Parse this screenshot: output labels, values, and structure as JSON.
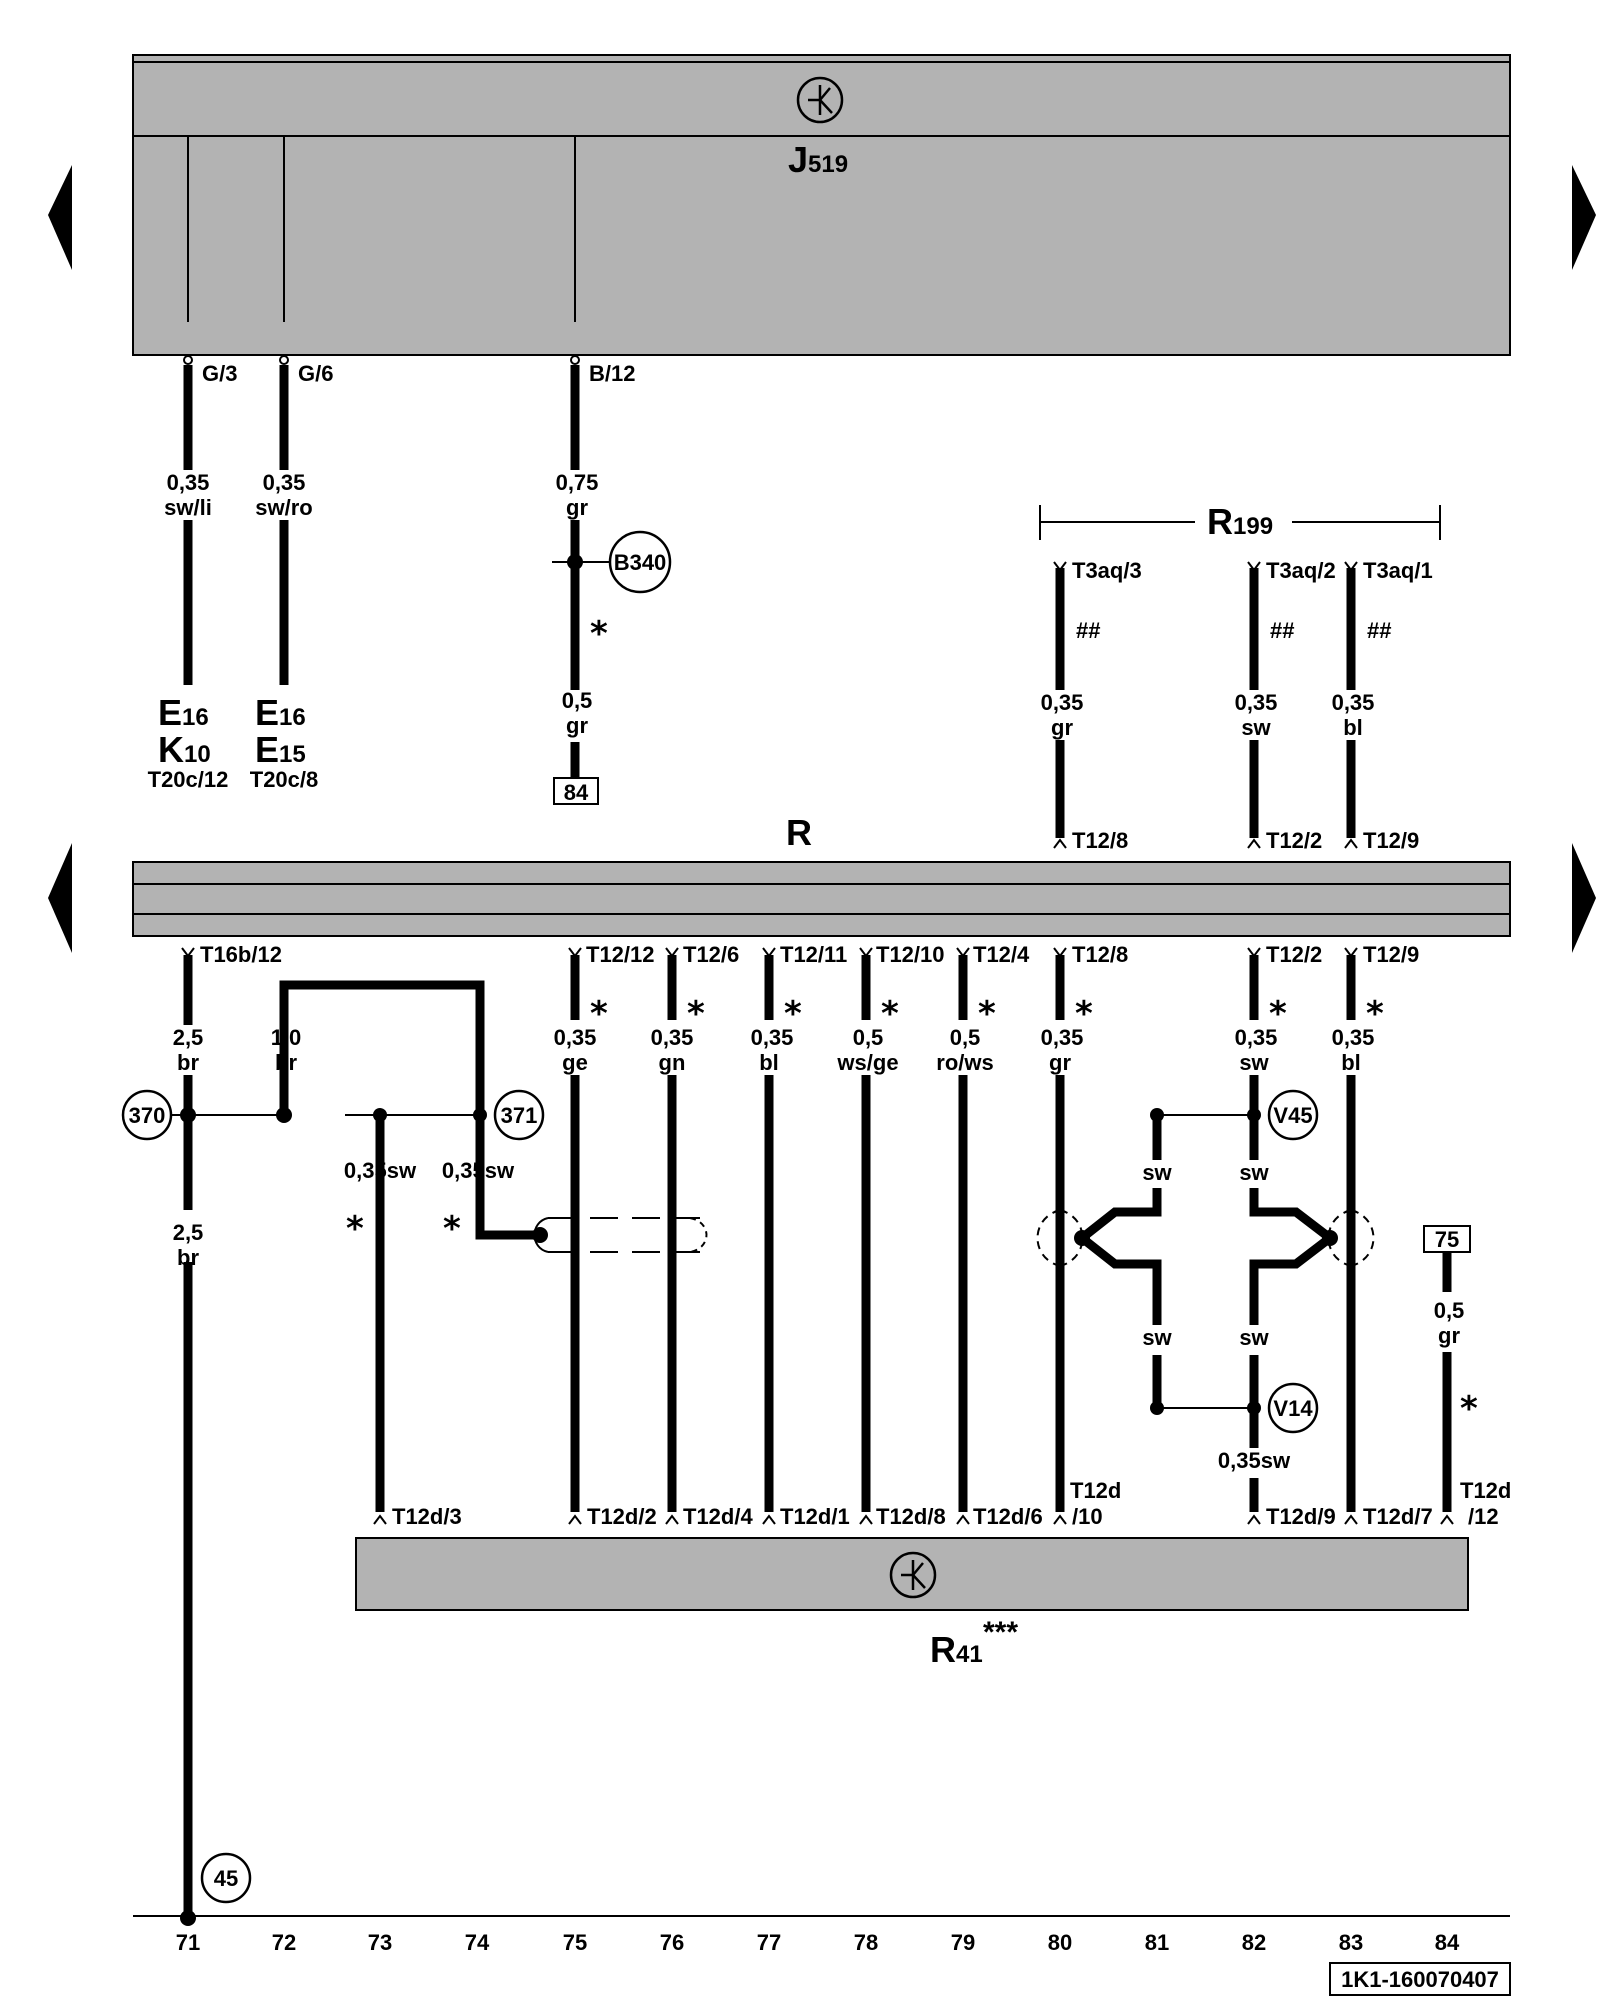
{
  "components": {
    "j519": {
      "main": "J",
      "sub": "519"
    },
    "r": {
      "main": "R"
    },
    "r199": {
      "main": "R",
      "sub": "199"
    },
    "r41": {
      "main": "R",
      "sub": "41",
      "sup": "***"
    }
  },
  "top_connectors": [
    "G/3",
    "G/6",
    "B/12"
  ],
  "top_wires": [
    {
      "size": "0,35",
      "color": "sw/li"
    },
    {
      "size": "0,35",
      "color": "sw/ro"
    },
    {
      "size": "0,75",
      "color": "gr"
    },
    {
      "size": "0,5",
      "color": "gr"
    }
  ],
  "left_refs": [
    {
      "a": "E",
      "a_sub": "16",
      "b": "K",
      "b_sub": "10",
      "c": "T20c/12"
    },
    {
      "a": "E",
      "a_sub": "16",
      "b": "E",
      "b_sub": "15",
      "c": "T20c/8"
    }
  ],
  "boxes": [
    "84",
    "75"
  ],
  "circles": [
    "B340",
    "370",
    "371",
    "V45",
    "V14",
    "45"
  ],
  "r199_pins": [
    "T3aq/3",
    "T3aq/2",
    "T3aq/1"
  ],
  "hash_mark": "##",
  "star": "*",
  "r199_wires": [
    {
      "size": "0,35",
      "color": "gr"
    },
    {
      "size": "0,35",
      "color": "sw"
    },
    {
      "size": "0,35",
      "color": "bl"
    }
  ],
  "r_top_pins": [
    "T12/8",
    "T12/2",
    "T12/9"
  ],
  "r_bottom_pins": [
    "T16b/12",
    "T12/12",
    "T12/6",
    "T12/11",
    "T12/10",
    "T12/4",
    "T12/8",
    "T12/2",
    "T12/9"
  ],
  "bottom_wires": [
    {
      "size": "2,5",
      "color": "br"
    },
    {
      "size": "1,0",
      "color": "br"
    },
    {
      "size": "0,35",
      "color": "ge"
    },
    {
      "size": "0,35",
      "color": "gn"
    },
    {
      "size": "0,35",
      "color": "bl"
    },
    {
      "size": "0,5",
      "color": "ws/ge"
    },
    {
      "size": "0,5",
      "color": "ro/ws"
    },
    {
      "size": "0,35",
      "color": "gr"
    },
    {
      "size": "0,35",
      "color": "sw"
    },
    {
      "size": "0,35",
      "color": "bl"
    },
    {
      "size": "2,5",
      "color": "br"
    },
    {
      "size": "0,5",
      "color": "gr"
    }
  ],
  "sw_labels": {
    "w035sw": "0,35sw",
    "sw": "sw",
    "bottom_sw": "0,35sw"
  },
  "r41_pins": [
    "T12d/3",
    "T12d/2",
    "T12d/4",
    "T12d/1",
    "T12d/8",
    "T12d/6",
    "T12d",
    "/10",
    "T12d/9",
    "T12d/7",
    "T12d",
    "/12"
  ],
  "columns": [
    "71",
    "72",
    "73",
    "74",
    "75",
    "76",
    "77",
    "78",
    "79",
    "80",
    "81",
    "82",
    "83",
    "84"
  ],
  "doc_id": "1K1-160070407"
}
